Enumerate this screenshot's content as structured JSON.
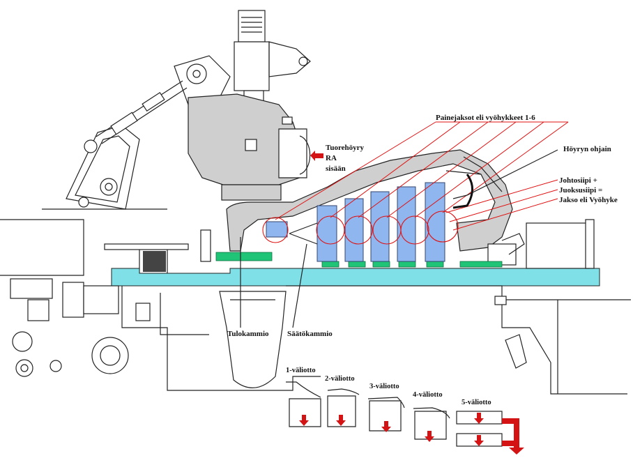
{
  "labels": {
    "steam_inlet_line1": "Tuorehöyry",
    "steam_inlet_line2": "RA",
    "steam_inlet_line3": "sisään",
    "pressure_stages": "Painejaksot eli vyöhykkeet 1-6",
    "steam_guide": "Höyryn ohjain",
    "stage_def_line1": "Johtosiipi +",
    "stage_def_line2": "Juoksusiipi =",
    "stage_def_line3": "Jakso eli Vyöhyke",
    "inlet_chamber": "Tulokammio",
    "control_chamber": "Säätökammio",
    "extraction_1": "1-väliotto",
    "extraction_2": "2-väliotto",
    "extraction_3": "3-väliotto",
    "extraction_4": "4-väliotto",
    "extraction_5": "5-väliotto"
  },
  "colors": {
    "shaft": "#7fe0e8",
    "blades": "#8fb6ef",
    "seals": "#1fc477",
    "leader_lines": "#e01010",
    "arrows": "#d41414"
  }
}
